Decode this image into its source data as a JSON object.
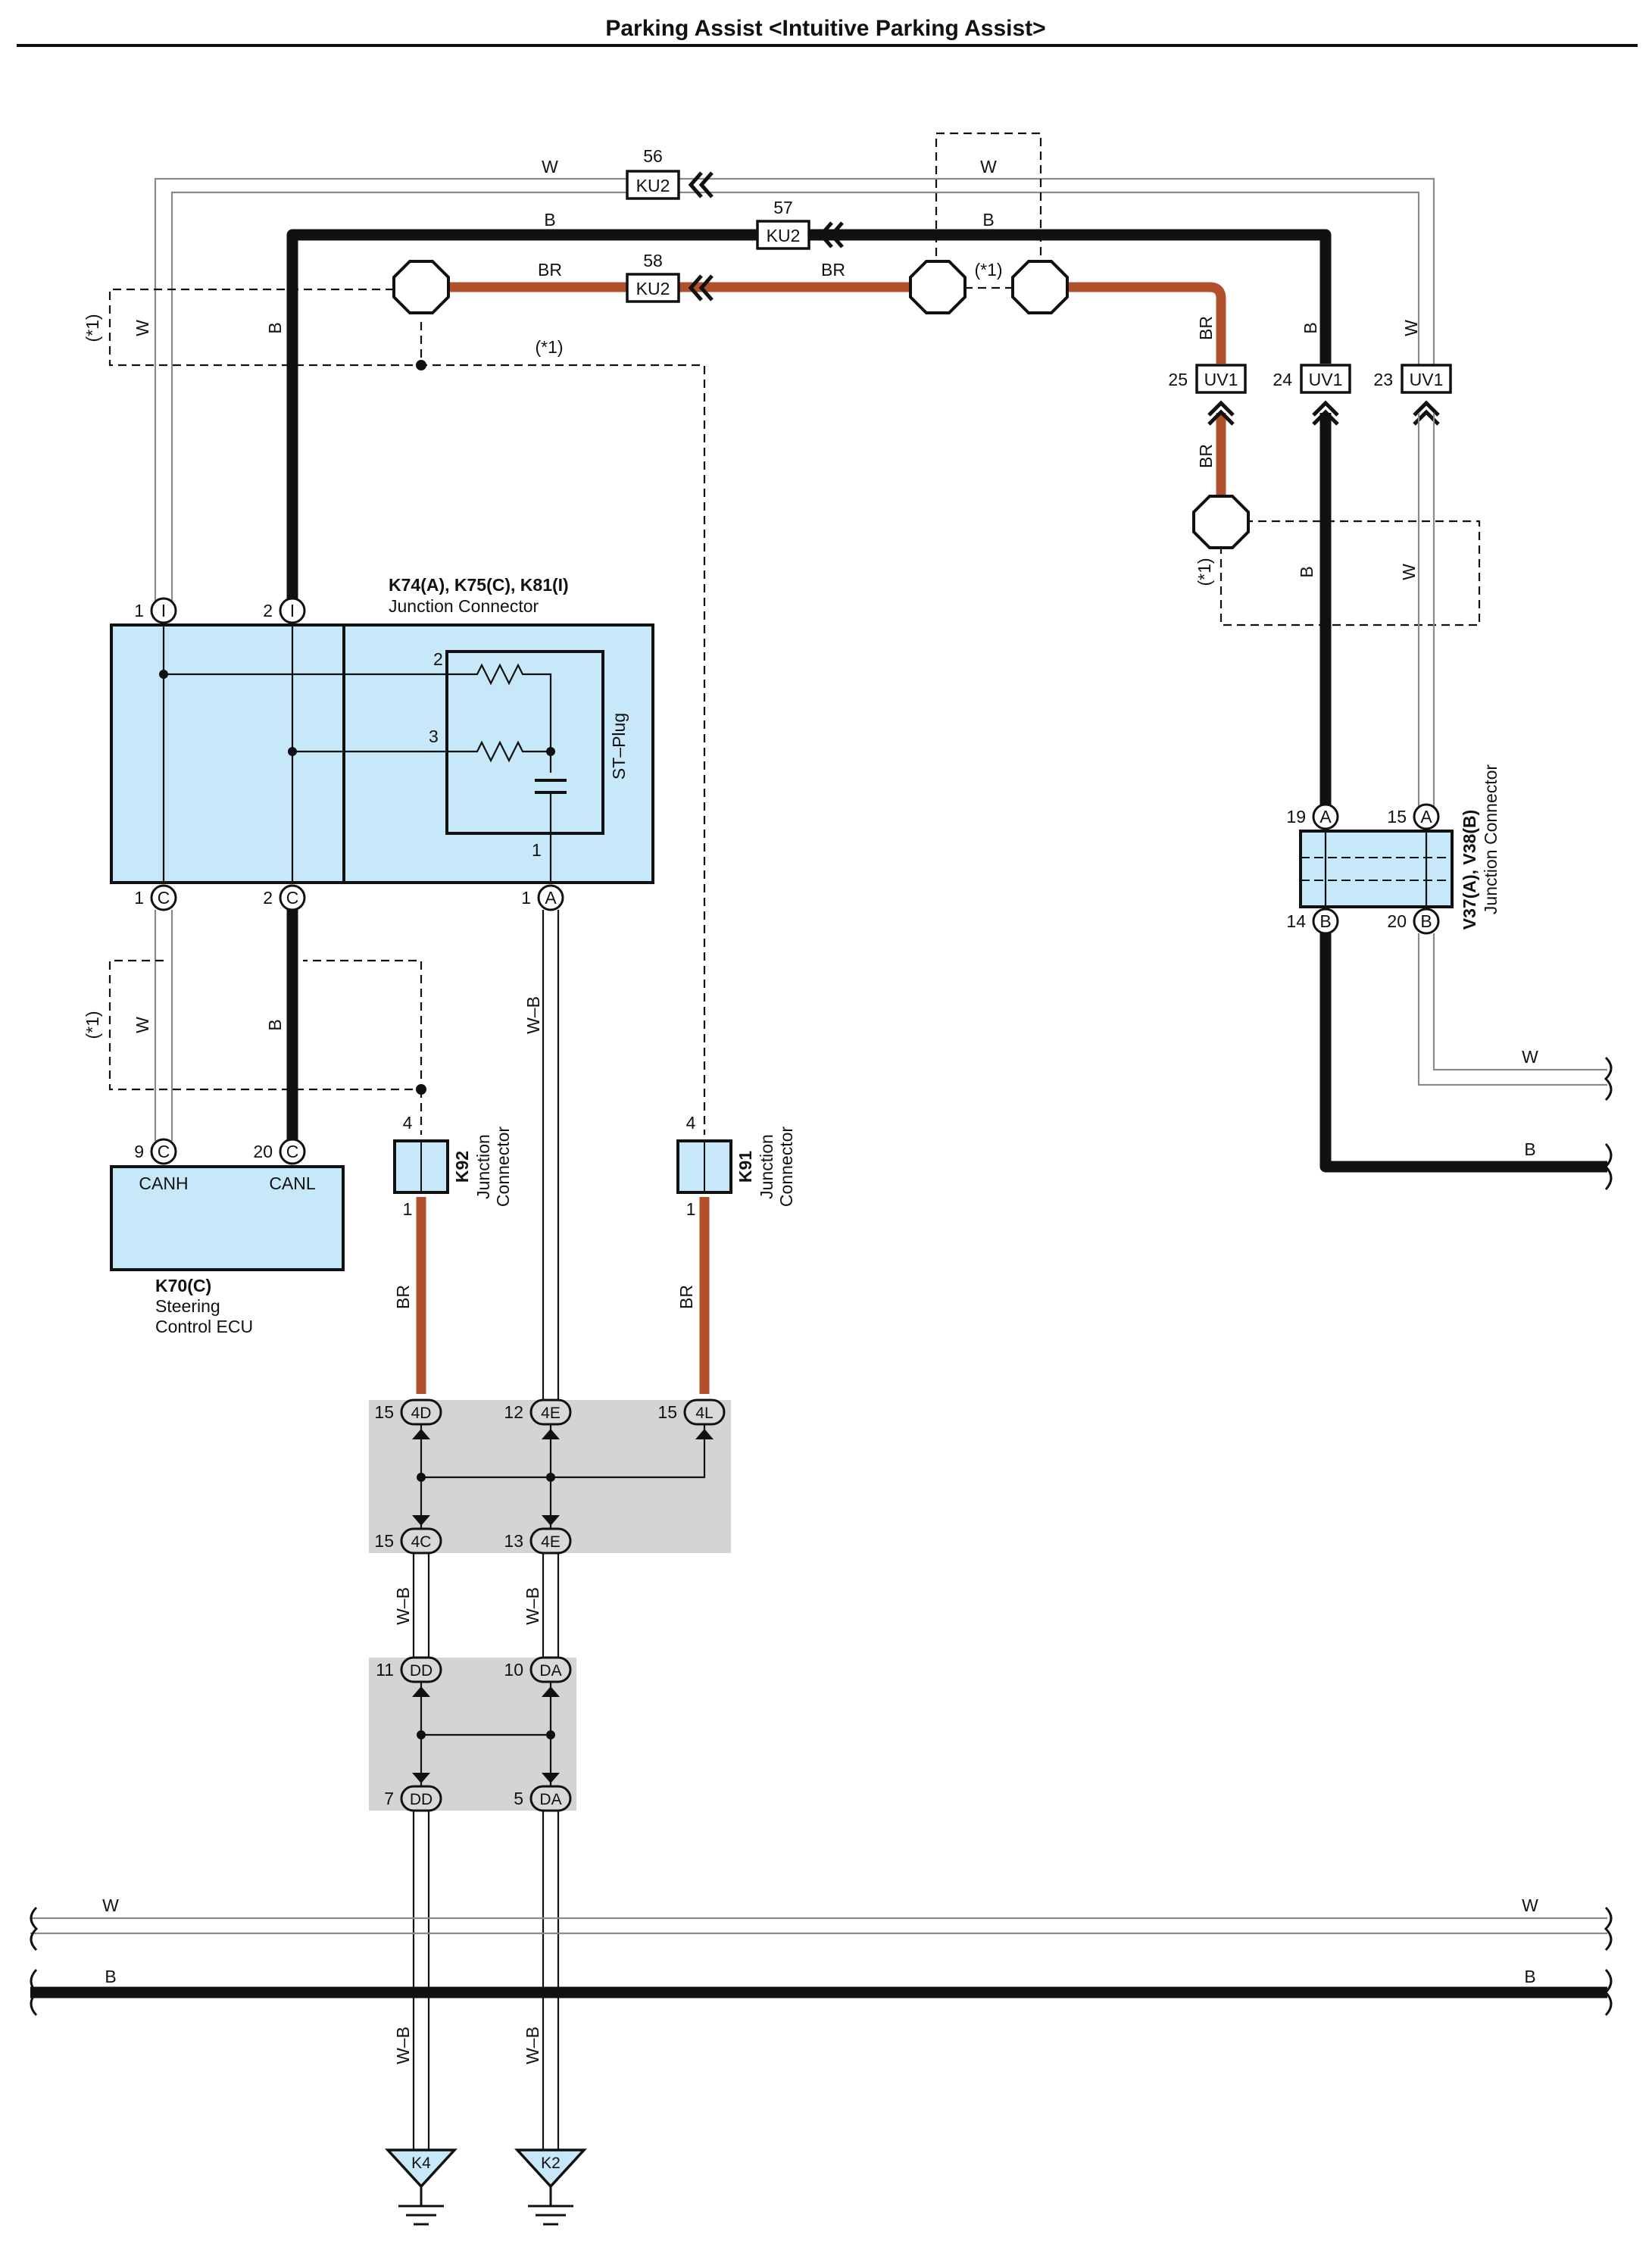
{
  "title": "Parking Assist <Intuitive Parking Assist>",
  "colors": {
    "W": "#8a8a8a",
    "B": "#111111",
    "BR": "#b0512b",
    "box": "#c7e8f8",
    "junction_bg": "#d4d4d4"
  },
  "wire_colors": {
    "w": "W",
    "b": "B",
    "br": "BR",
    "wb": "W–B"
  },
  "ku2": {
    "name": "KU2",
    "pins": [
      "56",
      "57",
      "58"
    ]
  },
  "uv1": {
    "name": "UV1",
    "pins": [
      "25",
      "24",
      "23"
    ]
  },
  "note": "(*1)",
  "k74": {
    "name": "K74(A), K75(C), K81(I)",
    "desc": "Junction Connector",
    "plug": "ST–Plug",
    "top_pins": [
      {
        "num": "1",
        "letter": "I"
      },
      {
        "num": "2",
        "letter": "I"
      }
    ],
    "bottom_pins": [
      {
        "num": "1",
        "letter": "C"
      },
      {
        "num": "2",
        "letter": "C"
      },
      {
        "num": "1",
        "letter": "A"
      }
    ],
    "inner_pins": [
      "2",
      "3",
      "1"
    ]
  },
  "k70": {
    "name": "K70(C)",
    "desc_line1": "Steering",
    "desc_line2": "Control ECU",
    "pins": [
      {
        "num": "9",
        "letter": "C",
        "label": "CANH"
      },
      {
        "num": "20",
        "letter": "C",
        "label": "CANL"
      }
    ]
  },
  "k92": {
    "name": "K92",
    "desc_line1": "Junction",
    "desc_line2": "Connector",
    "pins": [
      "4",
      "1"
    ]
  },
  "k91": {
    "name": "K91",
    "desc_line1": "Junction",
    "desc_line2": "Connector",
    "pins": [
      "4",
      "1"
    ]
  },
  "v37": {
    "name": "V37(A), V38(B)",
    "desc": "Junction Connector",
    "pins": [
      {
        "num": "19",
        "letter": "A"
      },
      {
        "num": "15",
        "letter": "A"
      },
      {
        "num": "14",
        "letter": "B"
      },
      {
        "num": "20",
        "letter": "B"
      }
    ]
  },
  "junction1": {
    "top": [
      {
        "num": "15",
        "code": "4D"
      },
      {
        "num": "12",
        "code": "4E"
      },
      {
        "num": "15",
        "code": "4L"
      }
    ],
    "bottom": [
      {
        "num": "15",
        "code": "4C"
      },
      {
        "num": "13",
        "code": "4E"
      }
    ]
  },
  "junction2": {
    "top": [
      {
        "num": "11",
        "code": "DD"
      },
      {
        "num": "10",
        "code": "DA"
      }
    ],
    "bottom": [
      {
        "num": "7",
        "code": "DD"
      },
      {
        "num": "5",
        "code": "DA"
      }
    ]
  },
  "grounds": [
    "K4",
    "K2"
  ]
}
